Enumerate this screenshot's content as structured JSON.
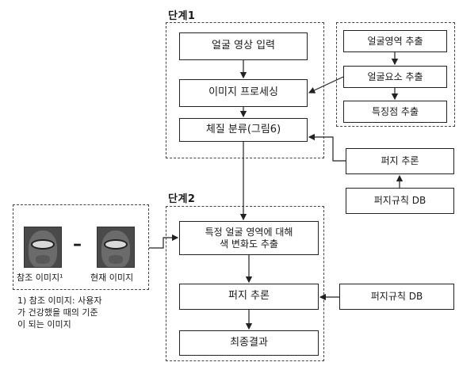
{
  "stage1": {
    "title": "단계1",
    "face_input": "얼굴 영상 입력",
    "image_processing": "이미지 프로세싱",
    "constitution_classify": "체질 분류(그림6)"
  },
  "subprocess": {
    "face_region": "얼굴영역 추출",
    "face_element": "얼굴요소 추출",
    "feature_point": "특징점 추출"
  },
  "fuzzy_side": {
    "inference": "퍼지 추론",
    "rule_db": "퍼지규칙 DB"
  },
  "stage2": {
    "title": "단계2",
    "color_line1": "특정 얼굴 영역에 대해",
    "color_line2": "색 변화도 추출",
    "inference": "퍼지 추론",
    "result": "최종결과"
  },
  "stage2_db": "퍼지규칙 DB",
  "reference": {
    "ref_label": "참조 이미지¹",
    "cur_label": "현재 이미지",
    "minus": "–",
    "note_line1": "1) 참조 이미지: 사용자",
    "note_line2": "가 건강했을 때의 기준",
    "note_line3": "이 되는 이미지"
  }
}
